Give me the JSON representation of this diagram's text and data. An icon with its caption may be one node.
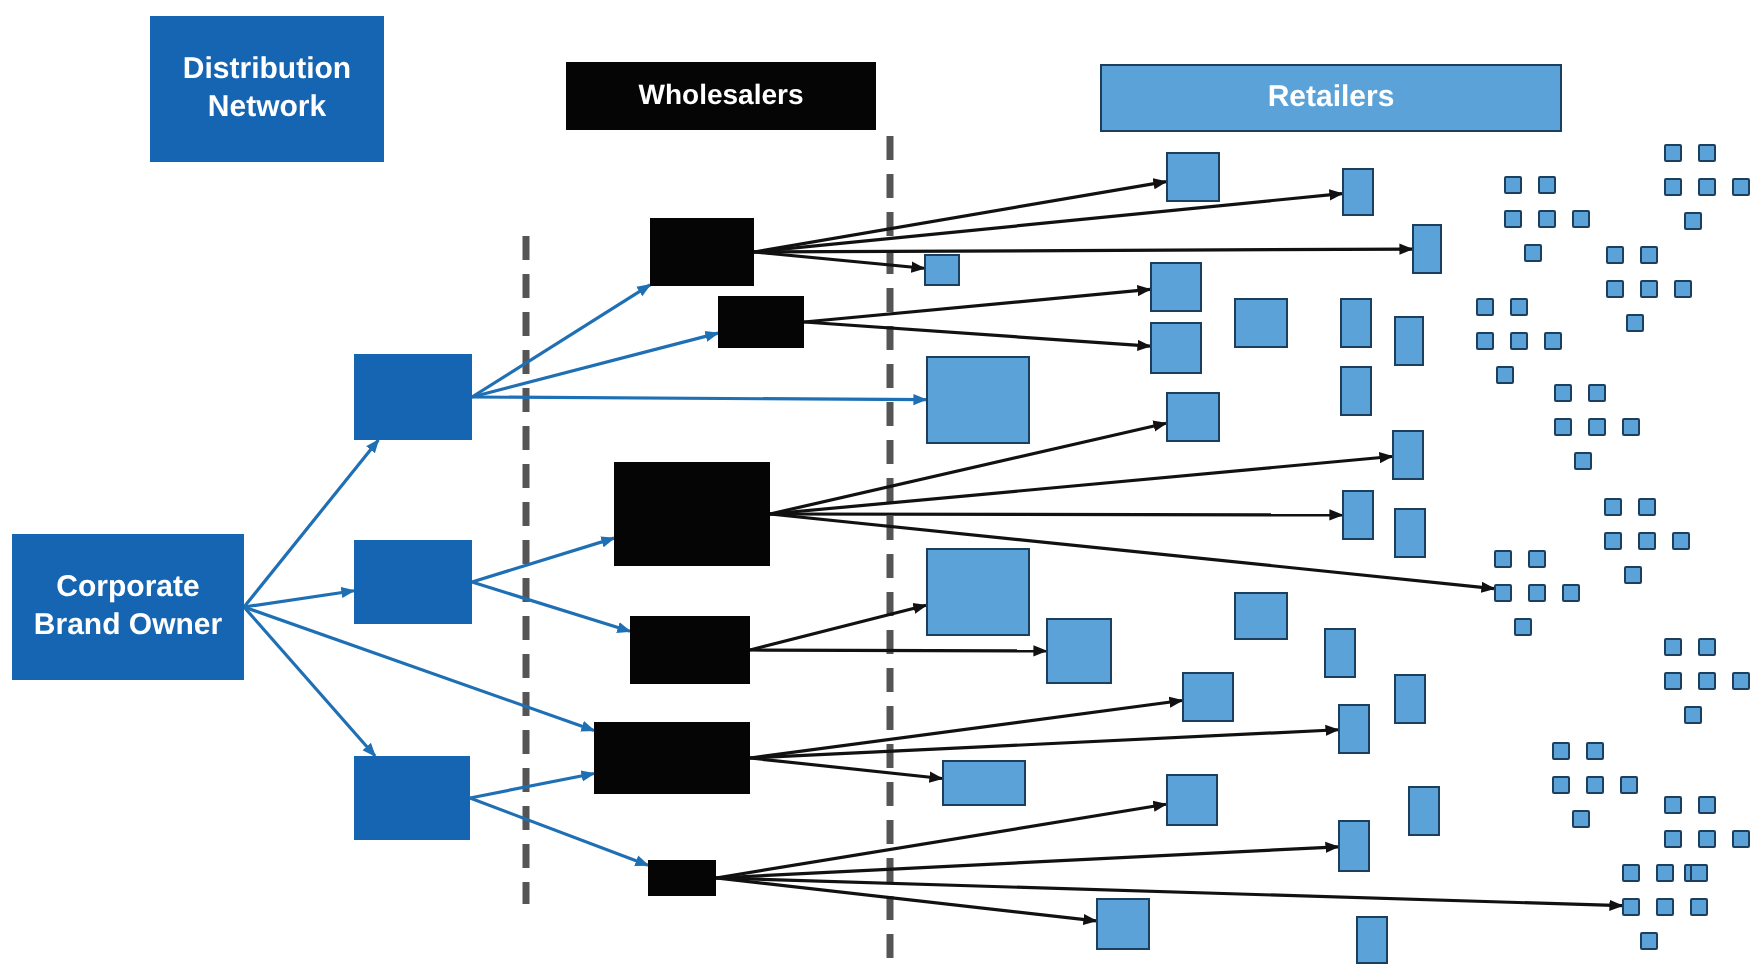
{
  "diagram": {
    "nodes": [
      {
        "text": [
          "Distribution Network"
        ]
      },
      {
        "text": [
          "Wholesalers"
        ]
      },
      {
        "text": [
          "Retailers"
        ]
      },
      {
        "text": [
          "Corporate Brand Owner"
        ]
      },
      {
        "text": [],
        "shape": "box"
      },
      {
        "text": [],
        "shape": "box"
      },
      {
        "text": [],
        "shape": "box"
      },
      {
        "text": [],
        "shape": "box"
      },
      {
        "text": [],
        "shape": "box"
      },
      {
        "text": [],
        "shape": "box"
      },
      {
        "text": [],
        "shape": "box"
      },
      {
        "text": [],
        "shape": "box"
      },
      {
        "text": [],
        "shape": "box"
      },
      {
        "text": [],
        "shape": "box"
      },
      {
        "text": [],
        "shape": "box"
      },
      {
        "text": [],
        "shape": "box"
      },
      {
        "text": [],
        "shape": "box"
      },
      {
        "text": [],
        "shape": "box"
      },
      {
        "text": [],
        "shape": "box"
      },
      {
        "text": [],
        "shape": "box"
      },
      {
        "text": [],
        "shape": "box"
      },
      {
        "text": [],
        "shape": "box"
      },
      {
        "text": [],
        "shape": "box"
      },
      {
        "text": [],
        "shape": "box"
      },
      {
        "text": [],
        "shape": "box"
      },
      {
        "text": [],
        "shape": "box"
      },
      {
        "text": [],
        "shape": "box"
      },
      {
        "text": [],
        "shape": "box"
      },
      {
        "text": [],
        "shape": "box"
      },
      {
        "text": [],
        "shape": "box"
      },
      {
        "text": [],
        "shape": "box"
      },
      {
        "text": [],
        "shape": "box"
      },
      {
        "text": [],
        "shape": "box"
      },
      {
        "text": [],
        "shape": "box"
      },
      {
        "text": [],
        "shape": "box"
      },
      {
        "text": [],
        "shape": "box"
      },
      {
        "text": [],
        "shape": "box"
      },
      {
        "text": [],
        "shape": "box"
      },
      {
        "text": [],
        "shape": "box"
      },
      {
        "text": [],
        "shape": "box"
      },
      {
        "text": [],
        "shape": "box"
      },
      {
        "text": [],
        "shape": "cluster"
      },
      {
        "text": [],
        "shape": "cluster"
      },
      {
        "text": [],
        "shape": "cluster"
      },
      {
        "text": [],
        "shape": "cluster"
      },
      {
        "text": [],
        "shape": "cluster"
      },
      {
        "text": [],
        "shape": "cluster"
      },
      {
        "text": [],
        "shape": "cluster"
      },
      {
        "text": [],
        "shape": "cluster"
      },
      {
        "text": [],
        "shape": "cluster"
      },
      {
        "text": [],
        "shape": "cluster"
      },
      {
        "text": [],
        "shape": "cluster"
      }
    ],
    "edges": [
      {
        "from": 3,
        "to": 4,
        "arrow": "to",
        "color": "#1f6fb5"
      },
      {
        "from": 3,
        "to": 5,
        "arrow": "to",
        "color": "#1f6fb5"
      },
      {
        "from": 3,
        "to": 6,
        "arrow": "to",
        "color": "#1f6fb5"
      },
      {
        "from": 3,
        "to": 11,
        "arrow": "to",
        "color": "#1f6fb5"
      },
      {
        "from": 4,
        "to": 7,
        "arrow": "to",
        "color": "#1f6fb5"
      },
      {
        "from": 4,
        "to": 8,
        "arrow": "to",
        "color": "#1f6fb5"
      },
      {
        "from": 4,
        "to": 22,
        "arrow": "to",
        "color": "#1f6fb5"
      },
      {
        "from": 5,
        "to": 9,
        "arrow": "to",
        "color": "#1f6fb5"
      },
      {
        "from": 5,
        "to": 10,
        "arrow": "to",
        "color": "#1f6fb5"
      },
      {
        "from": 6,
        "to": 11,
        "arrow": "to",
        "color": "#1f6fb5"
      },
      {
        "from": 6,
        "to": 12,
        "arrow": "to",
        "color": "#1f6fb5"
      },
      {
        "from": 7,
        "to": 13,
        "arrow": "to"
      },
      {
        "from": 7,
        "to": 14,
        "arrow": "to"
      },
      {
        "from": 7,
        "to": 15,
        "arrow": "to"
      },
      {
        "from": 7,
        "to": 16,
        "arrow": "to"
      },
      {
        "from": 8,
        "to": 17,
        "arrow": "to"
      },
      {
        "from": 8,
        "to": 18,
        "arrow": "to"
      },
      {
        "from": 9,
        "to": 24,
        "arrow": "to"
      },
      {
        "from": 9,
        "to": 25,
        "arrow": "to"
      },
      {
        "from": 9,
        "to": 26,
        "arrow": "to"
      },
      {
        "from": 9,
        "to": 47,
        "arrow": "to"
      },
      {
        "from": 10,
        "to": 28,
        "arrow": "to"
      },
      {
        "from": 10,
        "to": 29,
        "arrow": "to"
      },
      {
        "from": 11,
        "to": 33,
        "arrow": "to"
      },
      {
        "from": 11,
        "to": 34,
        "arrow": "to"
      },
      {
        "from": 11,
        "to": 35,
        "arrow": "to"
      },
      {
        "from": 12,
        "to": 36,
        "arrow": "to"
      },
      {
        "from": 12,
        "to": 38,
        "arrow": "to"
      },
      {
        "from": 12,
        "to": 51,
        "arrow": "to"
      },
      {
        "from": 12,
        "to": 39,
        "arrow": "to"
      }
    ]
  }
}
